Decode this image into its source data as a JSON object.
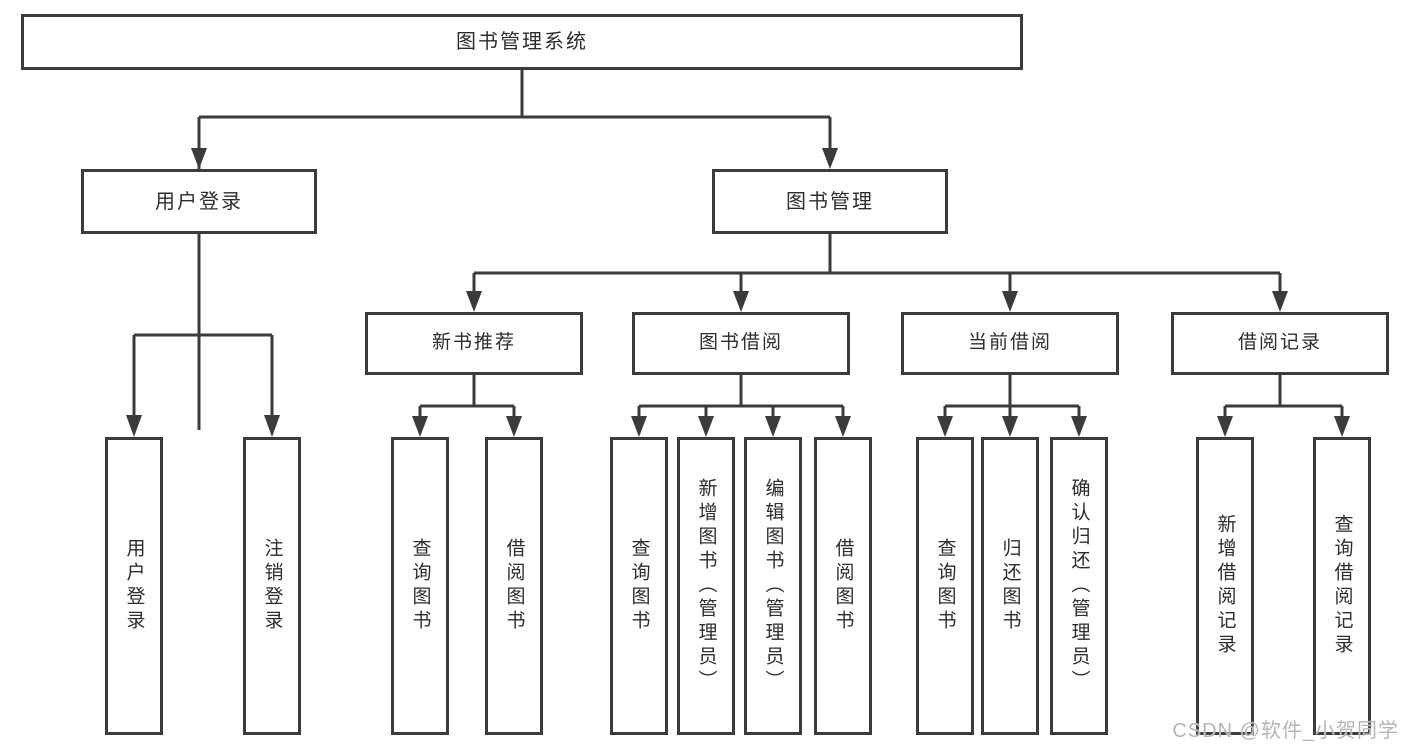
{
  "tree": {
    "root": {
      "label": "图书管理系统"
    },
    "level2": [
      {
        "label": "用户登录",
        "leaves": [
          {
            "label": "用户登录"
          },
          {
            "label": "注销登录"
          }
        ]
      },
      {
        "label": "图书管理",
        "children": [
          {
            "label": "新书推荐",
            "leaves": [
              {
                "label": "查询图书"
              },
              {
                "label": "借阅图书"
              }
            ]
          },
          {
            "label": "图书借阅",
            "leaves": [
              {
                "label": "查询图书"
              },
              {
                "label": "新增图书（管理员）"
              },
              {
                "label": "编辑图书（管理员）"
              },
              {
                "label": "借阅图书"
              }
            ]
          },
          {
            "label": "当前借阅",
            "leaves": [
              {
                "label": "查询图书"
              },
              {
                "label": "归还图书"
              },
              {
                "label": "确认归还（管理员）"
              }
            ]
          },
          {
            "label": "借阅记录",
            "leaves": [
              {
                "label": "新增借阅记录"
              },
              {
                "label": "查询借阅记录"
              }
            ]
          }
        ]
      }
    ]
  },
  "watermark": {
    "text": "CSDN @软件_小贺同学"
  },
  "colors": {
    "line": "#3b3b3b",
    "text": "#2d2d2d",
    "background": "#ffffff",
    "watermark": "#b5b5b5"
  }
}
